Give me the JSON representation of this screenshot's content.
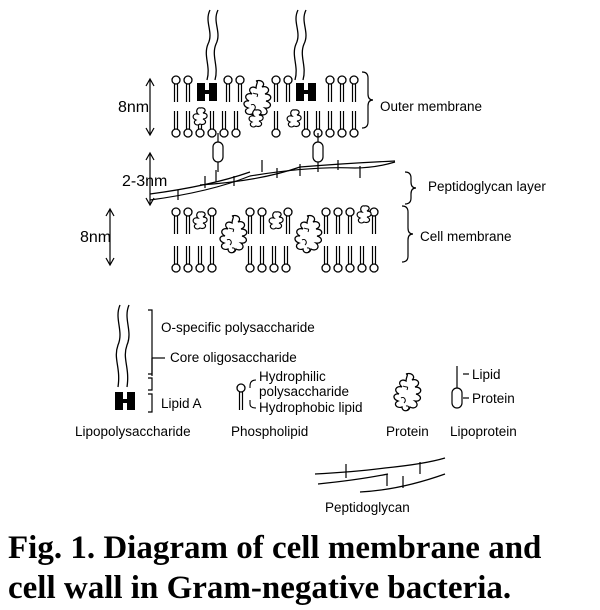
{
  "membrane_diagram": {
    "dimensions": {
      "outer_thickness": "8nm",
      "peptidoglycan_thickness": "2-3nm",
      "cell_membrane_thickness": "8nm"
    },
    "layer_labels": {
      "outer": "Outer membrane",
      "peptidoglycan": "Peptidoglycan layer",
      "cell": "Cell membrane"
    }
  },
  "legend": {
    "lps_parts": {
      "o_specific": "O-specific polysaccharide",
      "core": "Core oligosaccharide",
      "lipid_a": "Lipid A"
    },
    "lps_name": "Lipopolysaccharide",
    "phospholipid_parts": {
      "hydrophilic_line1": "Hydrophilic",
      "hydrophilic_line2": "polysaccharide",
      "hydrophobic": "Hydrophobic lipid"
    },
    "phospholipid_name": "Phospholipid",
    "protein_name": "Protein",
    "lipoprotein_parts": {
      "lipid": "Lipid",
      "protein": "Protein"
    },
    "lipoprotein_name": "Lipoprotein",
    "peptidoglycan_name": "Peptidoglycan"
  },
  "caption": {
    "line1": "Fig.  1.  Diagram of cell membrane and",
    "line2": "cell wall in Gram-negative bacteria."
  }
}
